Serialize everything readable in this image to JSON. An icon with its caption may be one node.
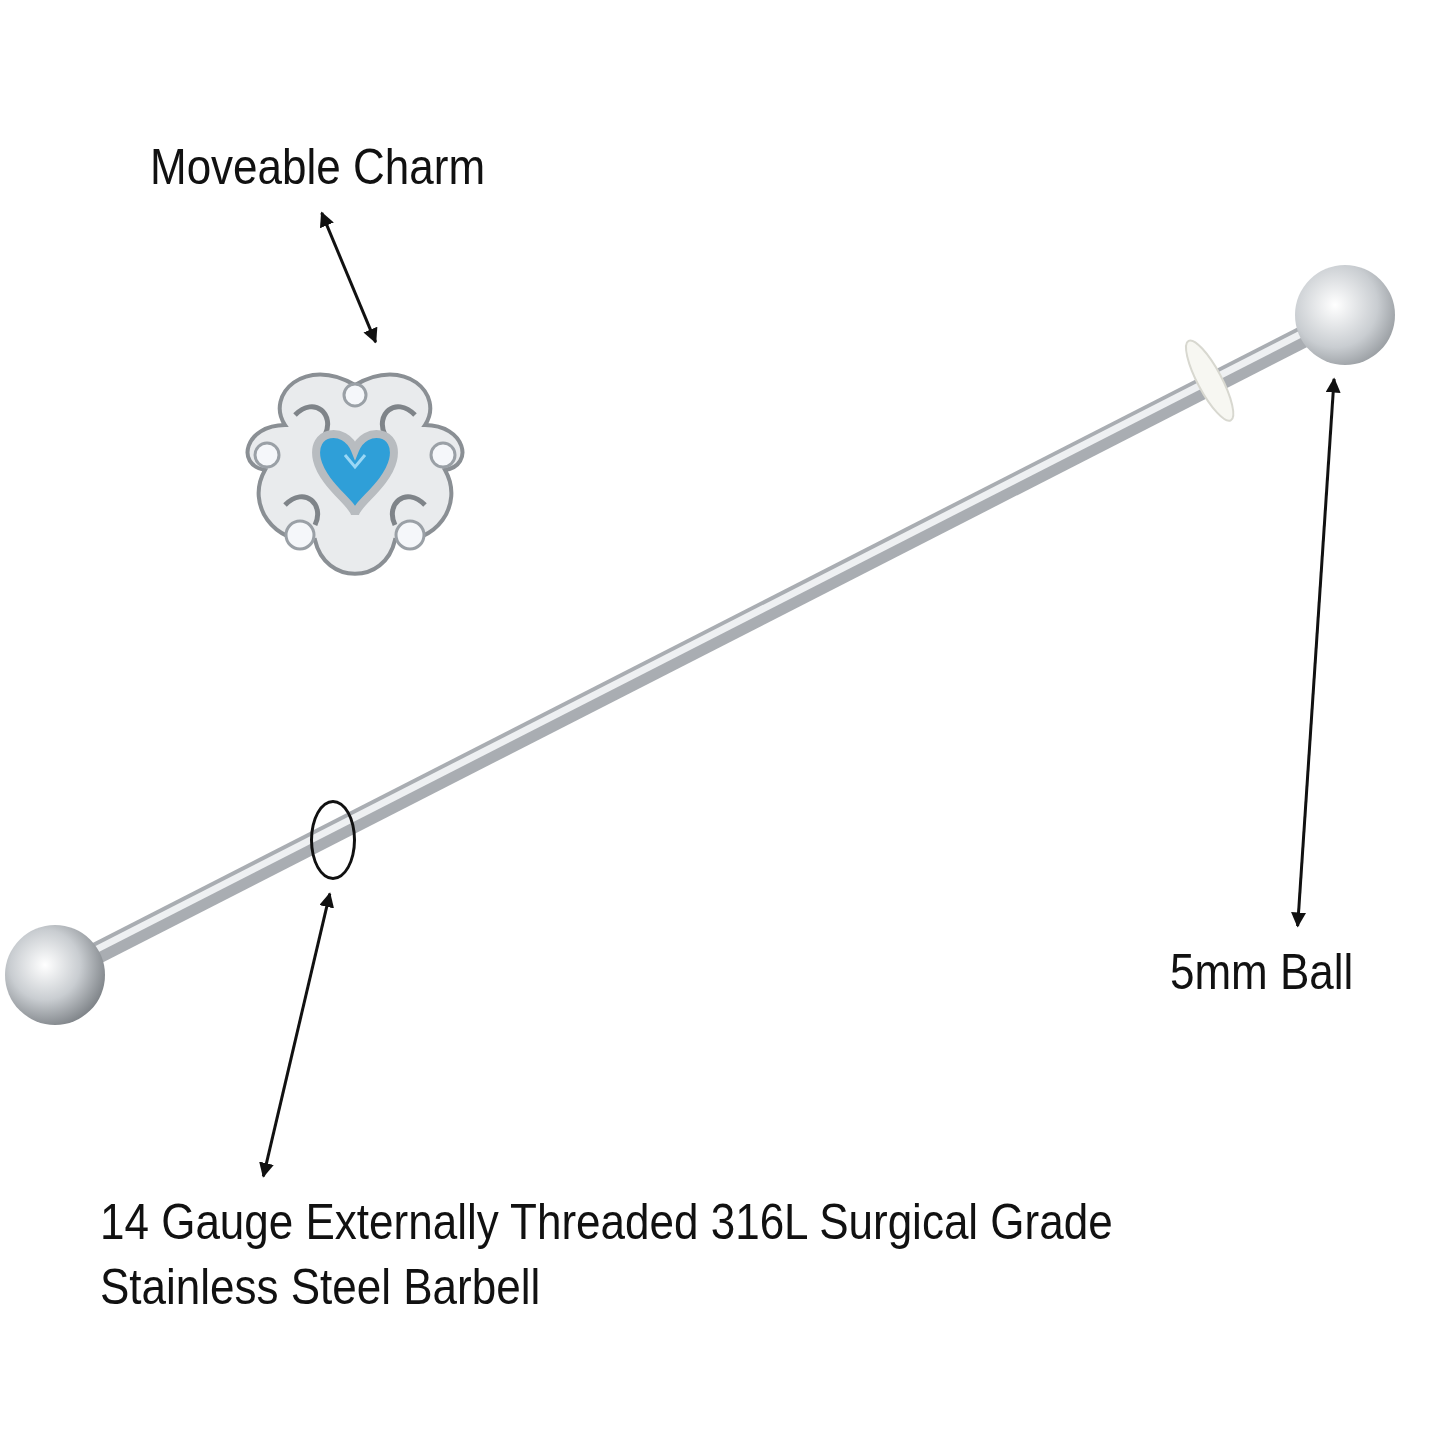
{
  "diagram": {
    "nodes": [
      {
        "text": [
          "Moveable Charm"
        ]
      },
      {
        "text": [],
        "shape": "picture"
      },
      {
        "text": [],
        "shape": "circle"
      },
      {
        "text": [],
        "shape": "picture"
      },
      {
        "text": [
          "5mm Ball"
        ]
      },
      {
        "text": [
          "14 Gauge Externally Threaded 316L Surgical Grade Stainless Steel Barbell"
        ]
      }
    ],
    "edges": [
      {
        "from": 0,
        "to": 1,
        "arrow": "both"
      },
      {
        "from": 5,
        "to": 2,
        "arrow": "both"
      },
      {
        "from": 4,
        "to": 3,
        "arrow": "both"
      }
    ]
  }
}
